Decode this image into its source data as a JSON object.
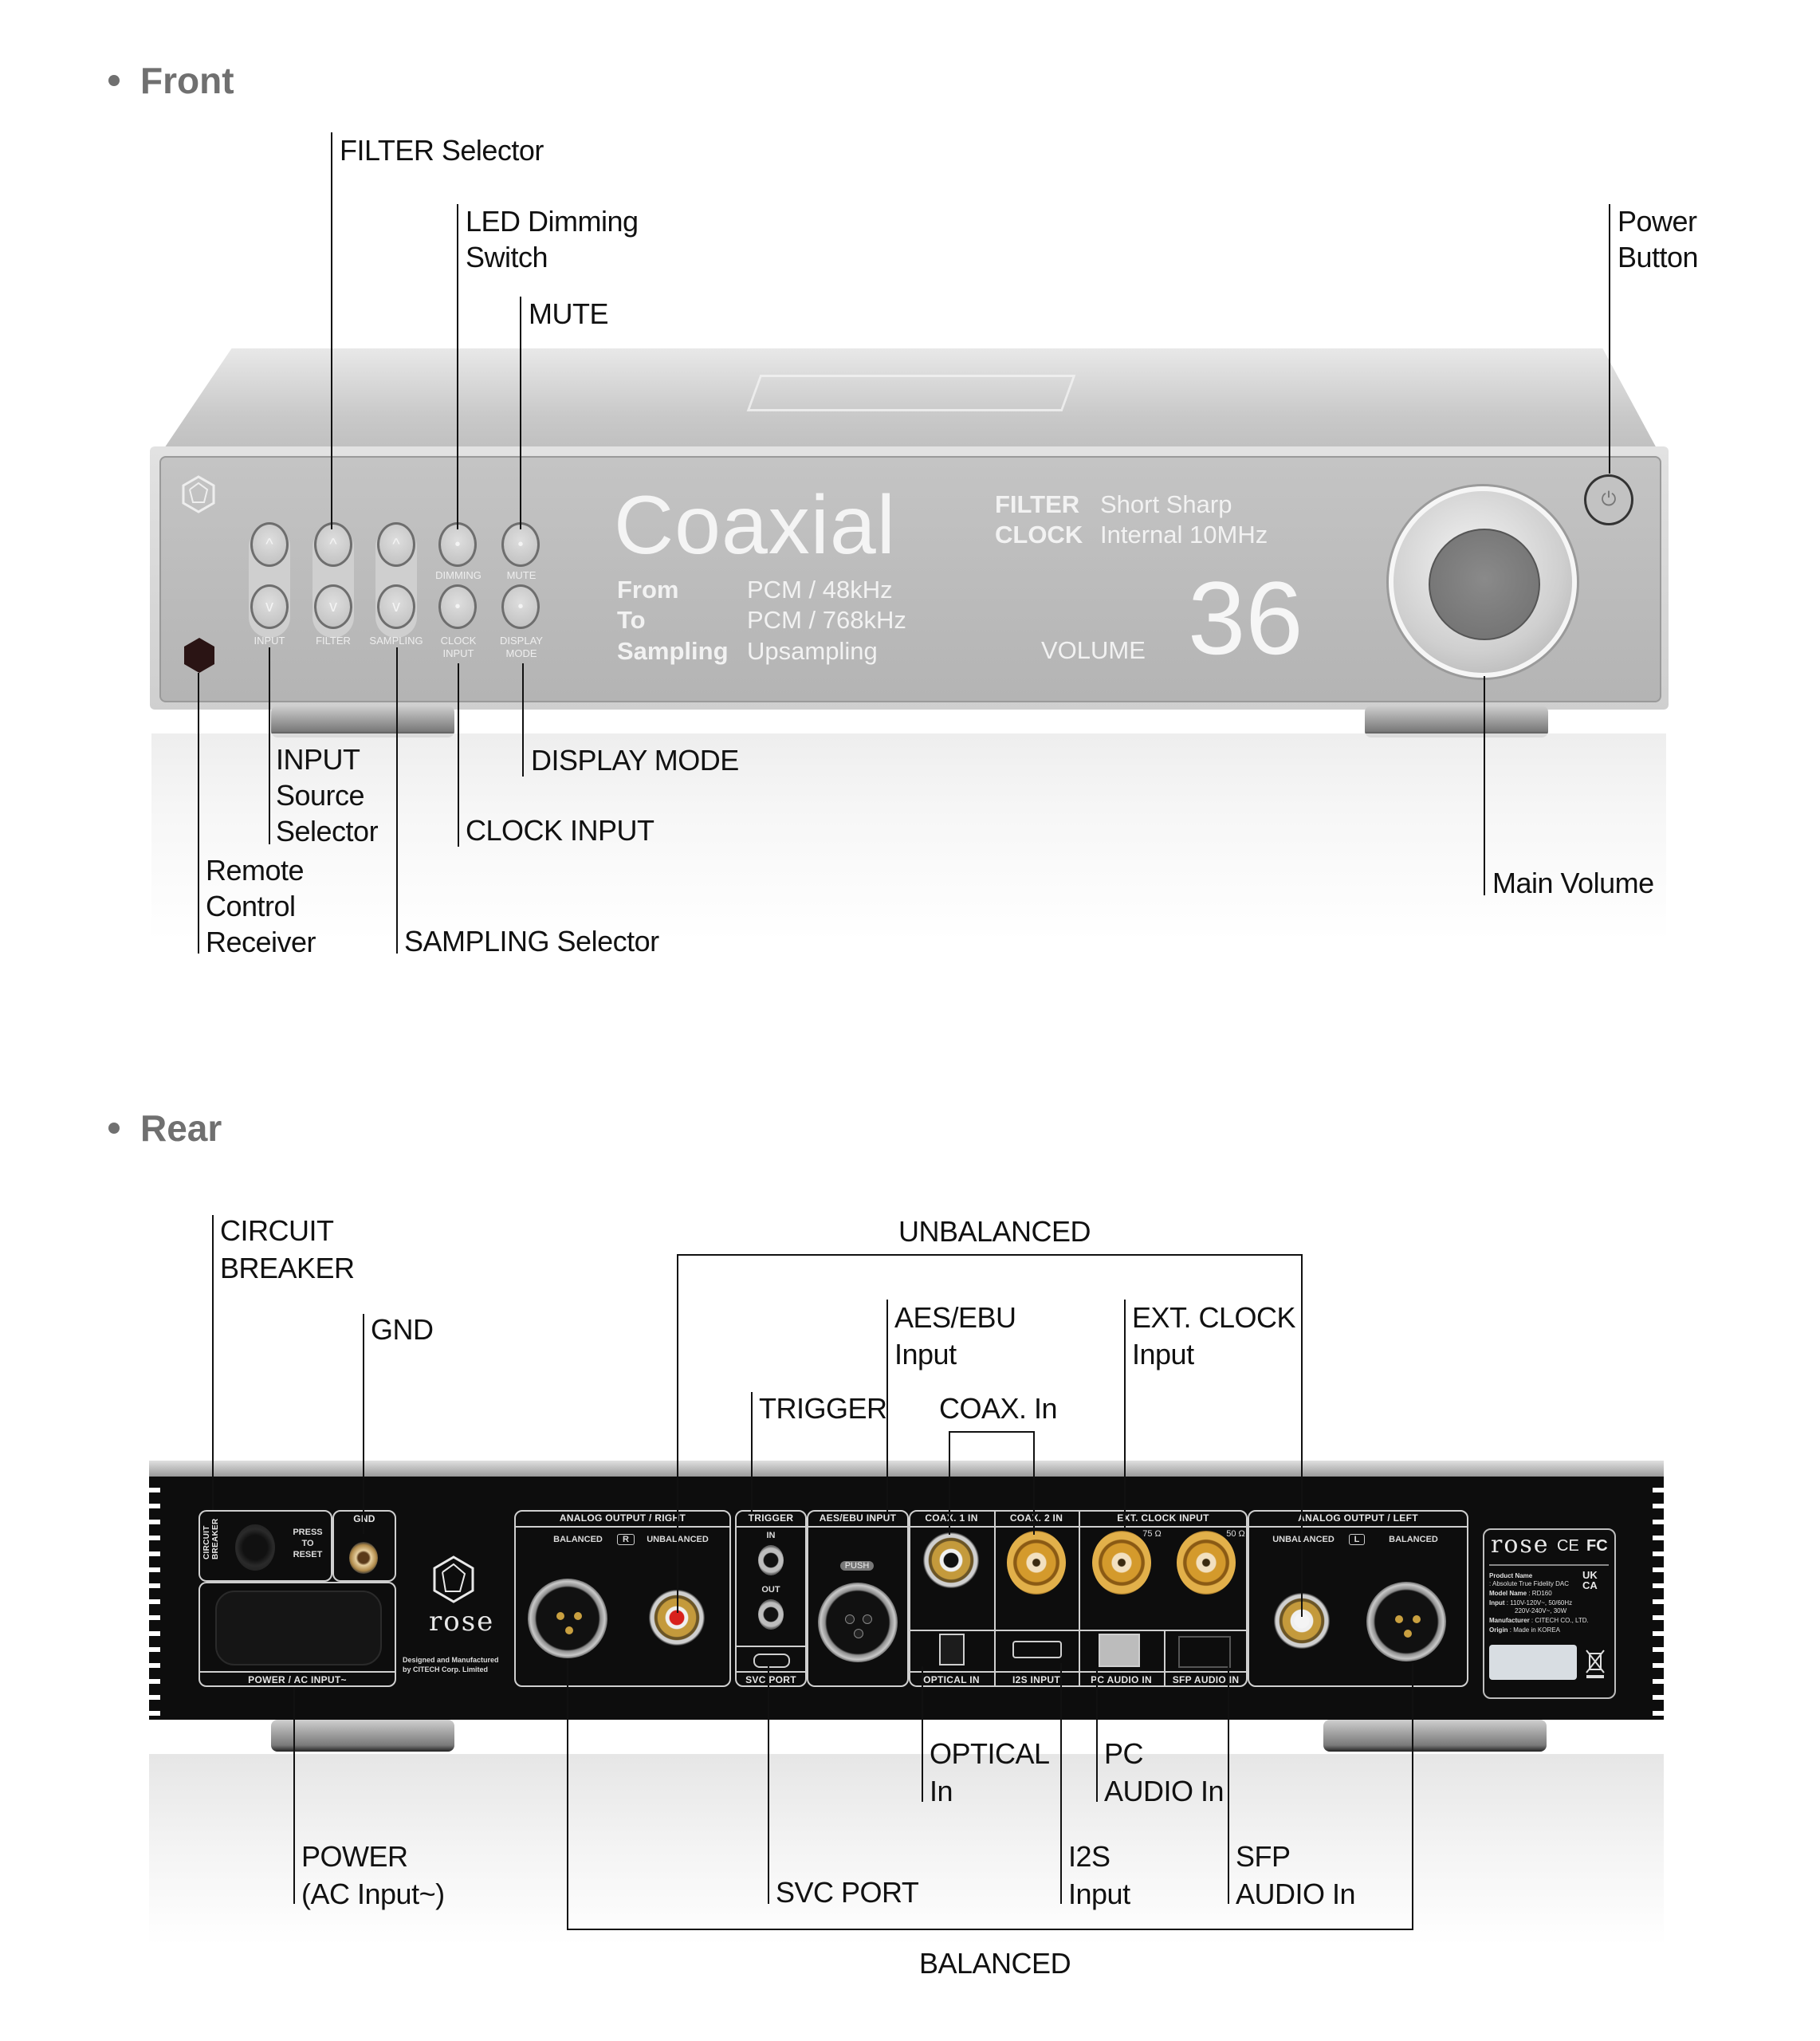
{
  "sections": {
    "front_heading": "Front",
    "rear_heading": "Rear"
  },
  "front": {
    "callouts": {
      "filter_selector": "FILTER Selector",
      "led_dimming_1": "LED Dimming",
      "led_dimming_2": "Switch",
      "mute": "MUTE",
      "power_1": "Power",
      "power_2": "Button",
      "input_1": "INPUT",
      "input_2": "Source",
      "input_3": "Selector",
      "display_mode": "DISPLAY MODE",
      "clock_input": "CLOCK INPUT",
      "remote_1": "Remote",
      "remote_2": "Control",
      "remote_3": "Receiver",
      "sampling_selector": "SAMPLING Selector",
      "main_volume": "Main Volume"
    },
    "buttons": {
      "up_glyph": "^",
      "down_glyph": "v",
      "dot_glyph": "•",
      "input": "INPUT",
      "filter": "FILTER",
      "sampling": "SAMPLING",
      "dimming": "DIMMING",
      "mute": "MUTE",
      "clock_1": "CLOCK",
      "clock_2": "INPUT",
      "display_1": "DISPLAY",
      "display_2": "MODE"
    },
    "display": {
      "source": "Coaxial",
      "from_key": "From",
      "from_val": "PCM / 48kHz",
      "to_key": "To",
      "to_val": "PCM / 768kHz",
      "sampling_key": "Sampling",
      "sampling_val": "Upsampling",
      "filter_key": "FILTER",
      "filter_val": "Short Sharp",
      "clock_key": "CLOCK",
      "clock_val": "Internal 10MHz",
      "volume_key": "VOLUME",
      "volume_val": "36"
    },
    "power_glyph": "⏻"
  },
  "rear": {
    "callouts": {
      "circuit_1": "CIRCUIT",
      "circuit_2": "BREAKER",
      "gnd": "GND",
      "unbalanced": "UNBALANCED",
      "trigger": "TRIGGER",
      "aes_1": "AES/EBU",
      "aes_2": "Input",
      "coax": "COAX. In",
      "ext_1": "EXT. CLOCK",
      "ext_2": "Input",
      "optical_1": "OPTICAL",
      "optical_2": "In",
      "pc_1": "PC",
      "pc_2": "AUDIO In",
      "power_1": "POWER",
      "power_2": "(AC Input~)",
      "svc": "SVC PORT",
      "i2s_1": "I2S",
      "i2s_2": "Input",
      "sfp_1": "SFP",
      "sfp_2": "AUDIO In",
      "balanced": "BALANCED"
    },
    "panel": {
      "circuit_breaker": "CIRCUIT BREAKER",
      "press_1": "PRESS",
      "press_2": "TO",
      "press_3": "RESET",
      "gnd": "GND",
      "power_ac": "POWER / AC INPUT~",
      "brand": "rose",
      "designed_1": "Designed and Manufactured",
      "designed_2": "by CITECH Corp. Limited",
      "analog_right": "ANALOG OUTPUT / RIGHT",
      "balanced": "BALANCED",
      "unbalanced": "UNBALANCED",
      "r": "R",
      "trigger": "TRIGGER",
      "in": "IN",
      "out": "OUT",
      "svc_port": "SVC PORT",
      "aes_ebu": "AES/EBU INPUT",
      "push": "PUSH",
      "coax1": "COAX. 1 IN",
      "coax2": "COAX. 2 IN",
      "ext_clock": "EXT. CLOCK INPUT",
      "ohm75": "75 Ω",
      "ohm50": "50 Ω",
      "optical_in": "OPTICAL IN",
      "i2s_input": "I2S INPUT",
      "pc_audio": "PC AUDIO IN",
      "sfp_audio": "SFP AUDIO IN",
      "analog_left": "ANALOG OUTPUT / LEFT",
      "l": "L",
      "ce": "CE",
      "fc": "FC",
      "ukca_1": "UK",
      "ukca_2": "CA",
      "product_name_k": "Product Name",
      "product_name_v": ": Absolute True Fidelity DAC",
      "model_k": "Model Name",
      "model_v": ": RD160",
      "input_k": "Input",
      "input_v1": ": 110V-120V~, 50/60Hz",
      "input_v2": "220V-240V~, 30W",
      "manufacturer_k": "Manufacturer",
      "manufacturer_v": ": CITECH CO., LTD.",
      "origin_k": "Origin",
      "origin_v": ": Made in KOREA",
      "weee_icon": "crossed-bin-icon"
    }
  },
  "colors": {
    "heading": "#707070",
    "callout_text": "#111111",
    "front_panel": "#b8b8b8",
    "rear_panel": "#0d0d0d",
    "gold": "#d49a2c",
    "rca_red": "#d8201c"
  }
}
